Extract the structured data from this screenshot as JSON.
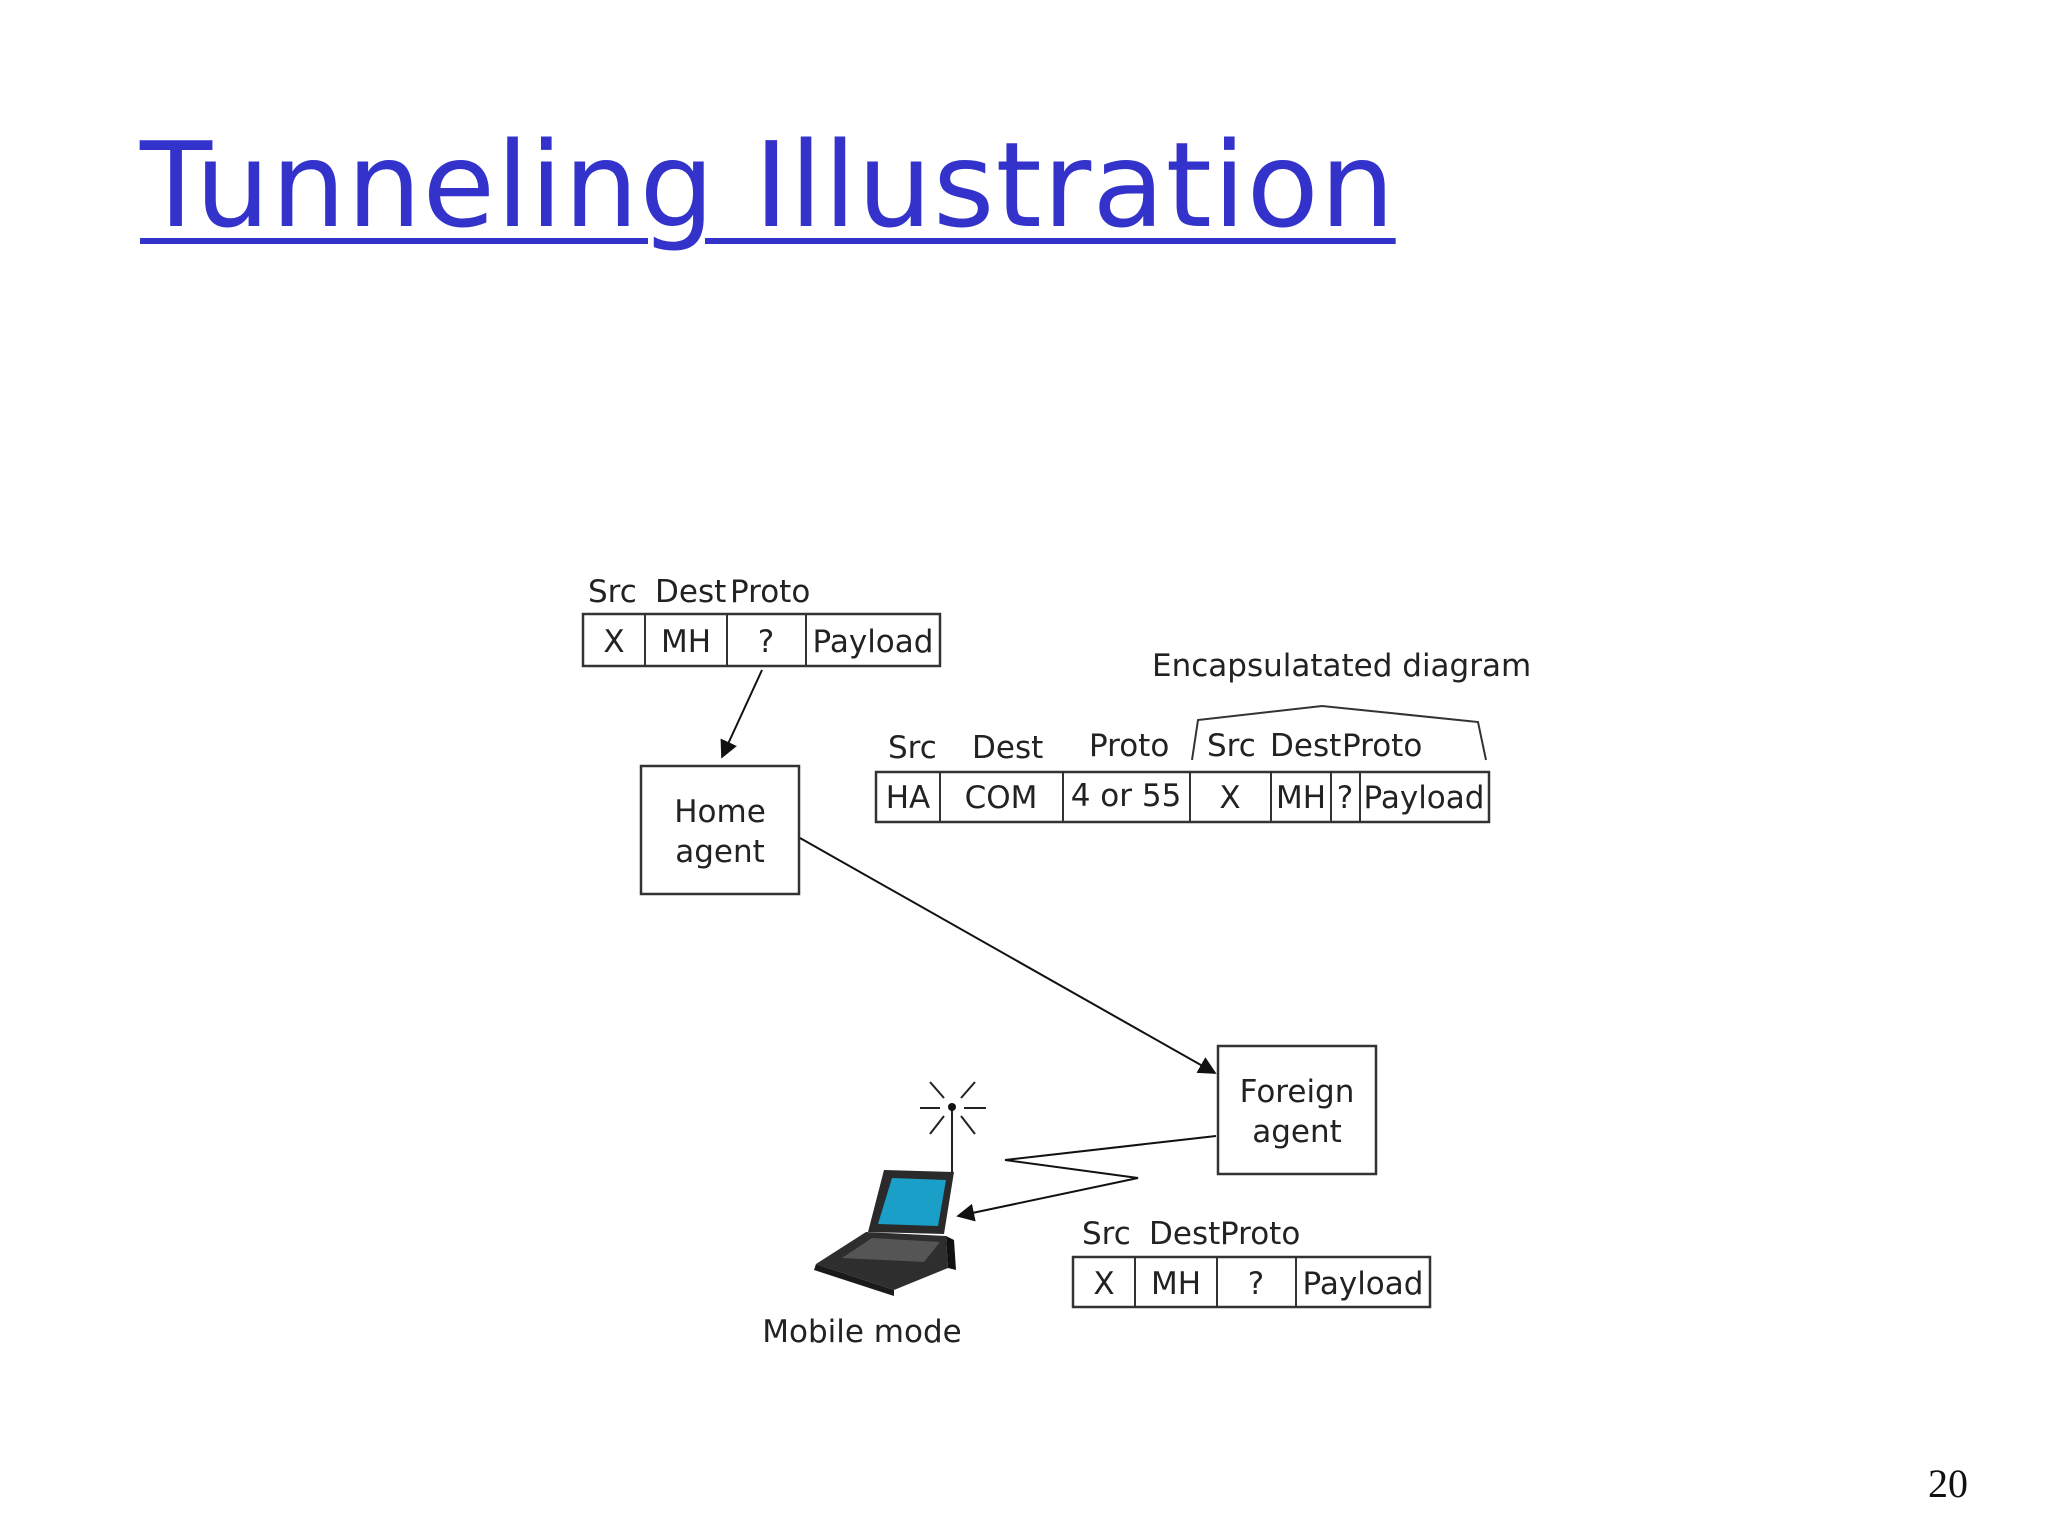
{
  "title": "Tunneling Illustration",
  "page_number": "20",
  "packet_top": {
    "headers": [
      "Src",
      "Dest",
      "Proto"
    ],
    "cells": [
      "X",
      "MH",
      "?",
      "Payload"
    ]
  },
  "home_agent": {
    "line1": "Home",
    "line2": "agent"
  },
  "encapsulated": {
    "label": "Encapsulatated diagram",
    "outer_headers": [
      "Src",
      "Dest",
      "Proto"
    ],
    "inner_headers": [
      "Src",
      "Dest",
      "Proto"
    ],
    "cells": [
      "HA",
      "COM",
      "4 or 55",
      "X",
      "MH",
      "?",
      "Payload"
    ]
  },
  "foreign_agent": {
    "line1": "Foreign",
    "line2": "agent"
  },
  "packet_bottom": {
    "headers": [
      "Src",
      "Dest",
      "Proto"
    ],
    "cells": [
      "X",
      "MH",
      "?",
      "Payload"
    ]
  },
  "mobile_node_label": "Mobile mode",
  "colors": {
    "title": "#3333cc",
    "laptop_screen": "#1a9fc9"
  }
}
